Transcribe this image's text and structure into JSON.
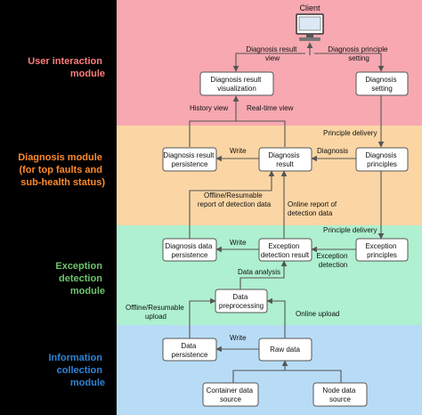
{
  "colors": {
    "background": "#000000",
    "band_user": "#f7a8b1",
    "band_diagnosis": "#fbd6a4",
    "band_exception": "#aef0cf",
    "band_collection": "#b8dcf6",
    "label_user": "#ff7c7c",
    "label_diagnosis": "#ff8a2a",
    "label_exception": "#6ec46e",
    "label_collection": "#2f84d8"
  },
  "modules": {
    "user": [
      "User interaction",
      "module"
    ],
    "diagnosis": [
      "Diagnosis module",
      "(for top faults and",
      "sub-health status)"
    ],
    "exception": [
      "Exception",
      "detection",
      "module"
    ],
    "collection": [
      "Information",
      "collection",
      "module"
    ]
  },
  "nodes": {
    "client": "Client",
    "result_vis": [
      "Diagnosis result",
      "visualization"
    ],
    "diag_setting": [
      "Diagnosis",
      "setting"
    ],
    "result_persist": [
      "Diagnosis result",
      "persistence"
    ],
    "diag_result": [
      "Diagnosis",
      "result"
    ],
    "diag_principles": [
      "Diagnosis",
      "principles"
    ],
    "data_persist_diag": [
      "Diagnosis data",
      "persistence"
    ],
    "exc_result": [
      "Exception",
      "detection result"
    ],
    "exc_principles": [
      "Exception",
      "principles"
    ],
    "preprocessing": [
      "Data",
      "preprocessing"
    ],
    "data_persist": [
      "Data",
      "persistence"
    ],
    "raw_data": "Raw data",
    "container_source": [
      "Container data",
      "source"
    ],
    "node_source": [
      "Node data",
      "source"
    ]
  },
  "edges": {
    "result_view": [
      "Diagnosis result",
      "view"
    ],
    "principle_setting": [
      "Diagnosis principle",
      "setting"
    ],
    "history_view": "History view",
    "realtime_view": "Real-time view",
    "principle_delivery_1": "Principle delivery",
    "write_1": "Write",
    "diagnosis": "Diagnosis",
    "offline_report": [
      "Offline/Resumable",
      "report of detection data"
    ],
    "online_report": [
      "Online report of",
      "detection data"
    ],
    "principle_delivery_2": "Principle delivery",
    "write_2": "Write",
    "exception_detection": [
      "Exception",
      "detection"
    ],
    "data_analysis": "Data analysis",
    "offline_upload": [
      "Offline/Resumable",
      "upload"
    ],
    "online_upload": "Online upload",
    "write_3": "Write"
  }
}
